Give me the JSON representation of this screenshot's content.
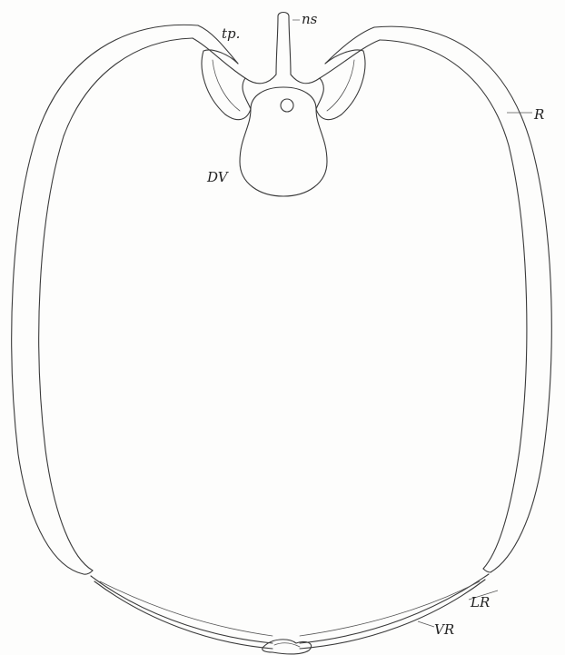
{
  "labels": {
    "transverse_process": "tp.",
    "neural_spine": "ns",
    "rib": "R",
    "dorsal_vertebra": "DV",
    "lateral_rib": "LR",
    "ventral_rib": "VR"
  },
  "colors": {
    "line": "#3a3a3a",
    "background": "#fdfdfc",
    "text": "#222222"
  }
}
